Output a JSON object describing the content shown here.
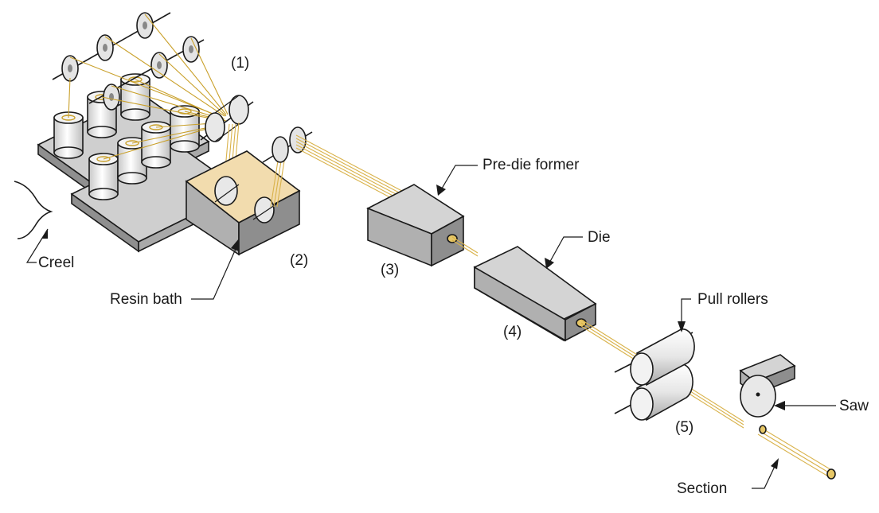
{
  "labels": {
    "creel": "Creel",
    "resin_bath": "Resin bath",
    "pre_die_former": "Pre-die former",
    "die": "Die",
    "pull_rollers": "Pull rollers",
    "saw": "Saw",
    "section": "Section",
    "step1": "(1)",
    "step2": "(2)",
    "step3": "(3)",
    "step4": "(4)",
    "step5": "(5)"
  },
  "colors": {
    "fiber": "#c9a02a",
    "bath_resin": "#f2dcae",
    "box_side": "#8e8e8e",
    "box_top": "#d4d4d4",
    "box_front": "#b0b0b0",
    "outline": "#1a1a1a"
  }
}
